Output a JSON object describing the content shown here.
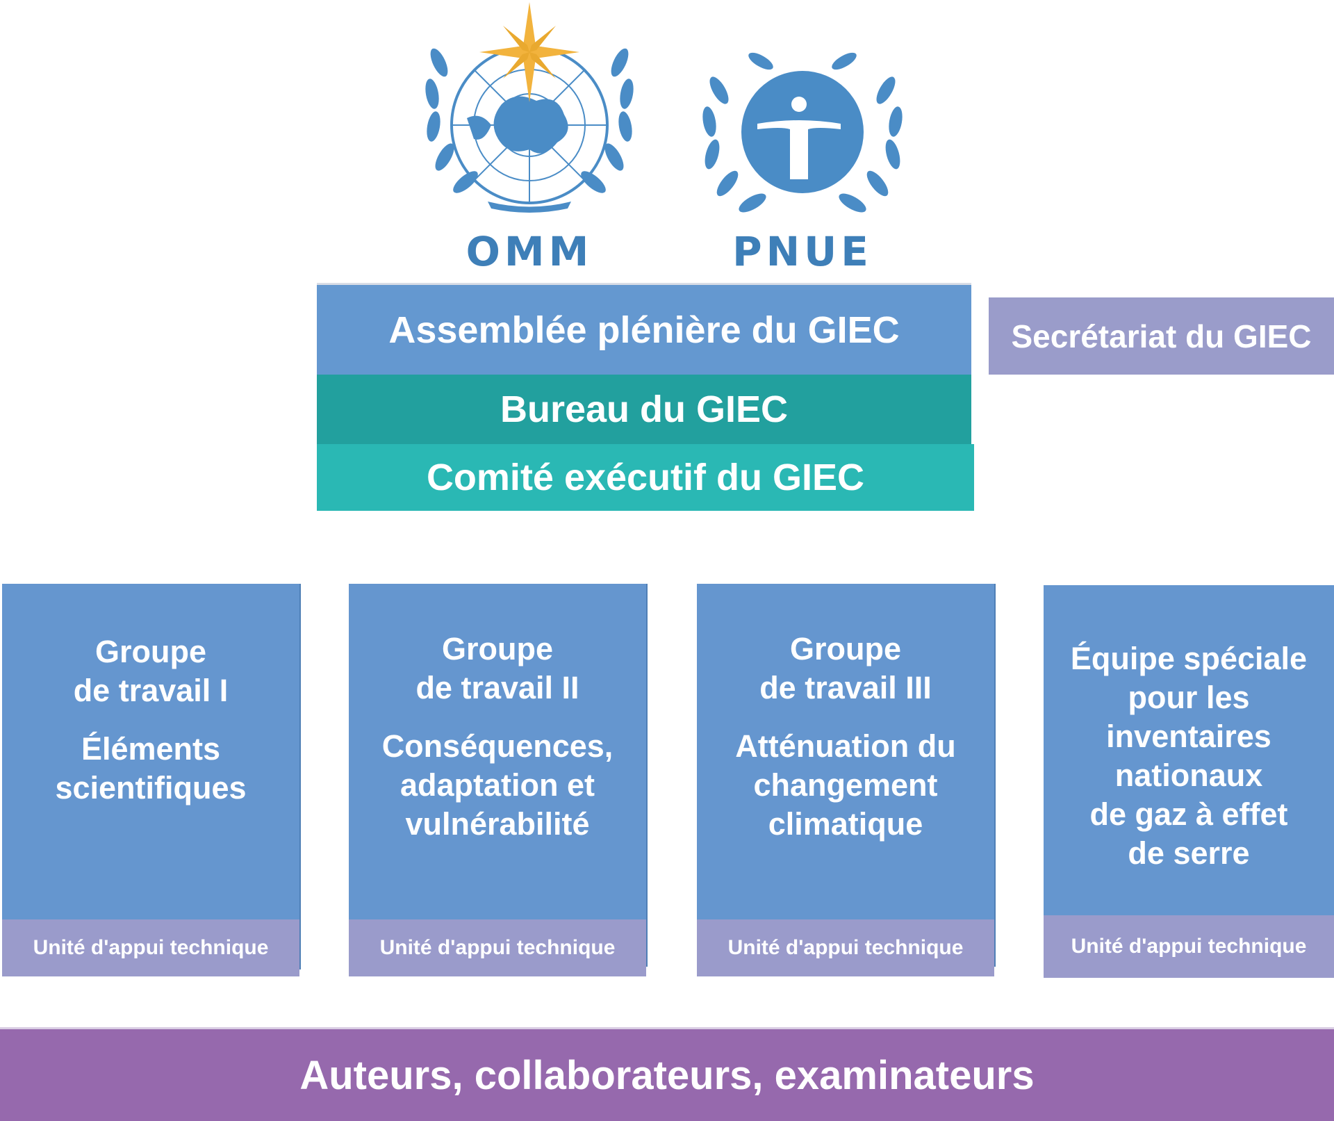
{
  "logos": {
    "wmo": {
      "label": "OMM",
      "icon": "wmo-emblem-icon"
    },
    "unep": {
      "label": "PNUE",
      "icon": "unep-emblem-icon"
    }
  },
  "plenary": {
    "label": "Assemblée plénière du GIEC"
  },
  "bureau": {
    "label": "Bureau du GIEC"
  },
  "executive_committee": {
    "label": "Comité exécutif du GIEC"
  },
  "secretariat": {
    "label": "Secrétariat du GIEC"
  },
  "working_groups": [
    {
      "title_line1": "Groupe",
      "title_line2": "de travail I",
      "desc_lines": [
        "Éléments",
        "scientifiques"
      ],
      "tsu": "Unité d'appui technique"
    },
    {
      "title_line1": "Groupe",
      "title_line2": "de travail II",
      "desc_lines": [
        "Conséquences,",
        "adaptation et",
        "vulnérabilité"
      ],
      "tsu": "Unité d'appui technique"
    },
    {
      "title_line1": "Groupe",
      "title_line2": "de travail III",
      "desc_lines": [
        "Atténuation du",
        "changement",
        "climatique"
      ],
      "tsu": "Unité d'appui technique"
    }
  ],
  "task_force": {
    "lines": [
      "Équipe spéciale",
      "pour les",
      "inventaires",
      "nationaux",
      "de gaz à effet",
      "de serre"
    ],
    "tsu": "Unité d'appui technique"
  },
  "authors": {
    "label": "Auteurs, collaborateurs, examinateurs"
  },
  "colors": {
    "plenary": "#6498d0",
    "bureau": "#22a09e",
    "executive_committee": "#2ab8b4",
    "secretariat": "#9a9cca",
    "working_group": "#6596cf",
    "tsu": "#9a9bcb",
    "authors": "#9669ad",
    "logo_blue": "#3e7fb8",
    "star": "#f2b33d"
  }
}
